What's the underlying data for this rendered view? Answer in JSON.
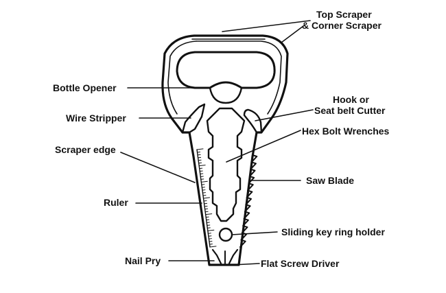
{
  "labels": {
    "top_scraper_line1": "Top Scraper",
    "top_scraper_line2": "& Corner Scraper",
    "bottle_opener": "Bottle Opener",
    "hook_line1": "Hook or",
    "hook_line2": "Seat belt Cutter",
    "wire_stripper": "Wire Stripper",
    "hex_bolt_wrenches": "Hex Bolt Wrenches",
    "scraper_edge": "Scraper edge",
    "saw_blade": "Saw Blade",
    "ruler": "Ruler",
    "key_ring": "Sliding key ring holder",
    "nail_pry": "Nail Pry",
    "flat_screw_driver": "Flat Screw Driver"
  },
  "colors": {
    "ink": "#111111",
    "background": "#ffffff"
  }
}
